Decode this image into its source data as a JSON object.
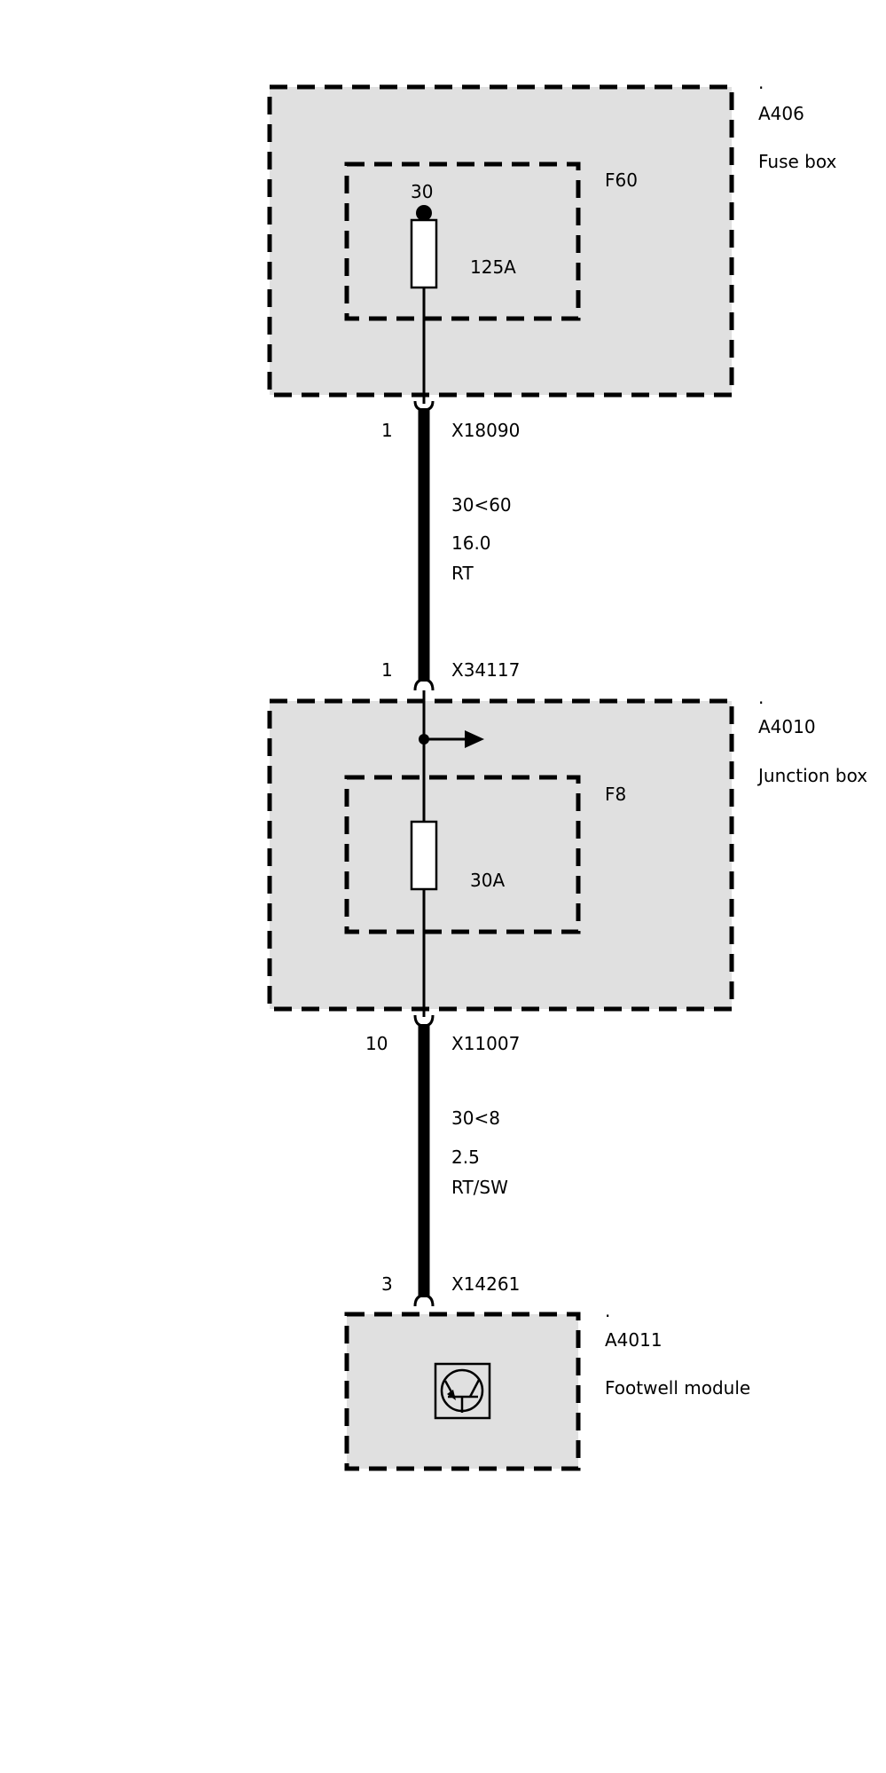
{
  "colors": {
    "box_fill": "#e0e0e0",
    "line": "#000000",
    "background": "#ffffff"
  },
  "fuse_box": {
    "dot": ".",
    "id": "A406",
    "name": "Fuse box",
    "fuse_id": "F60",
    "terminal": "30",
    "rating": "125A"
  },
  "wire1": {
    "top_pin": "1",
    "top_connector": "X18090",
    "signal": "30<60",
    "gauge": "16.0",
    "color": "RT",
    "bottom_pin": "1",
    "bottom_connector": "X34117"
  },
  "junction_box": {
    "dot": ".",
    "id": "A4010",
    "name": "Junction box",
    "fuse_id": "F8",
    "rating": "30A"
  },
  "wire2": {
    "top_pin": "10",
    "top_connector": "X11007",
    "signal": "30<8",
    "gauge": "2.5",
    "color": "RT/SW",
    "bottom_pin": "3",
    "bottom_connector": "X14261"
  },
  "footwell_module": {
    "dot": ".",
    "id": "A4011",
    "name": "Footwell module",
    "icon": "transistor-icon"
  }
}
